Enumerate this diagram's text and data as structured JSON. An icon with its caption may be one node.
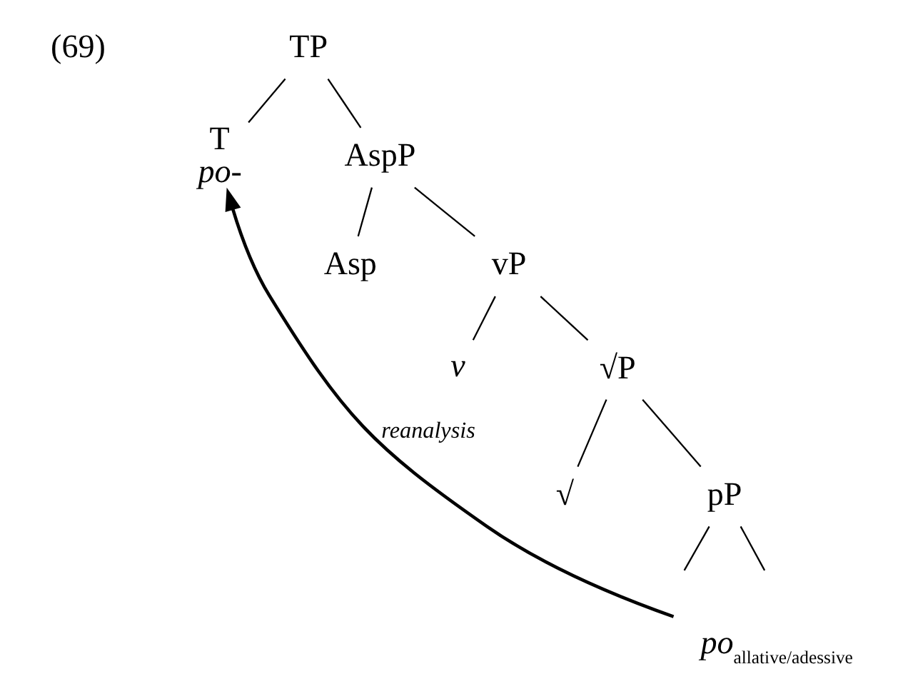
{
  "diagram": {
    "nodes": [
      {
        "text": [
          "TP"
        ]
      },
      {
        "text": [
          "T",
          "po-"
        ]
      },
      {
        "text": [
          "AspP"
        ]
      },
      {
        "text": [
          "Asp"
        ]
      },
      {
        "text": [
          "vP"
        ]
      },
      {
        "text": [
          "v"
        ]
      },
      {
        "text": [
          "√P"
        ]
      },
      {
        "text": [
          "√"
        ]
      },
      {
        "text": [
          "pP"
        ]
      },
      {
        "text": [
          "po",
          "allative/adessive"
        ]
      }
    ],
    "edges": [
      {
        "from": 0,
        "to": 1,
        "arrow": "none"
      },
      {
        "from": 0,
        "to": 2,
        "arrow": "none"
      },
      {
        "from": 2,
        "to": 3,
        "arrow": "none"
      },
      {
        "from": 2,
        "to": 4,
        "arrow": "none"
      },
      {
        "from": 4,
        "to": 5,
        "arrow": "none"
      },
      {
        "from": 4,
        "to": 6,
        "arrow": "none"
      },
      {
        "from": 6,
        "to": 7,
        "arrow": "none"
      },
      {
        "from": 6,
        "to": 8,
        "arrow": "none"
      },
      {
        "from": 8,
        "to": null,
        "arrow": "none"
      },
      {
        "from": 8,
        "to": null,
        "arrow": "none"
      },
      {
        "from": 9,
        "to": 1,
        "arrow": "to",
        "label": "reanalysis"
      }
    ],
    "labels": [
      "(69)"
    ]
  }
}
